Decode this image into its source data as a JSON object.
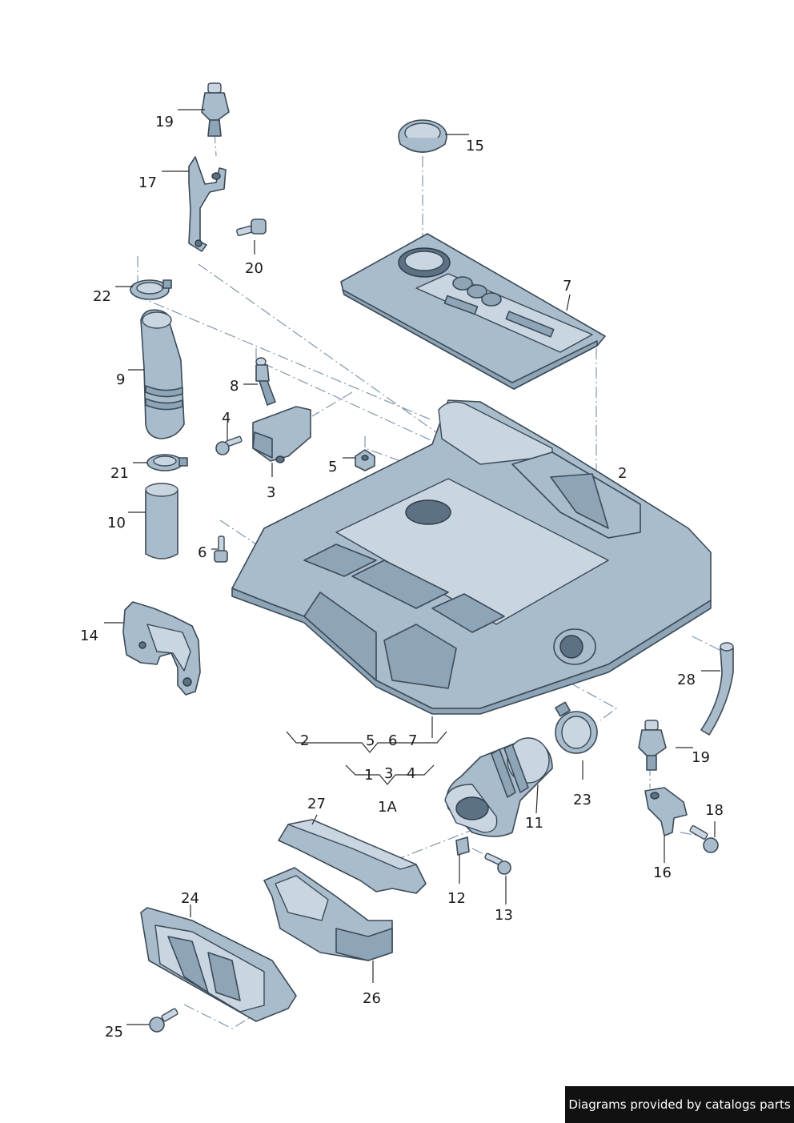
{
  "labels": {
    "n1": "1",
    "n2": "2",
    "n3": "3",
    "n4": "4",
    "n5": "5",
    "n6": "6",
    "n7": "7",
    "n8": "8",
    "n9": "9",
    "n10": "10",
    "n11": "11",
    "n12": "12",
    "n13": "13",
    "n14": "14",
    "n15": "15",
    "n16": "16",
    "n17": "17",
    "n18": "18",
    "n19": "19",
    "n20": "20",
    "n21": "21",
    "n22": "22",
    "n23": "23",
    "n24": "24",
    "n25": "25",
    "n26": "26",
    "n27": "27",
    "n28": "28",
    "assembly": "1A"
  },
  "credit": "Diagrams provided by catalogs parts",
  "colors": {
    "part_fill": "#a9bccc",
    "outline": "#3c4a57",
    "dash": "#7f97ad"
  }
}
